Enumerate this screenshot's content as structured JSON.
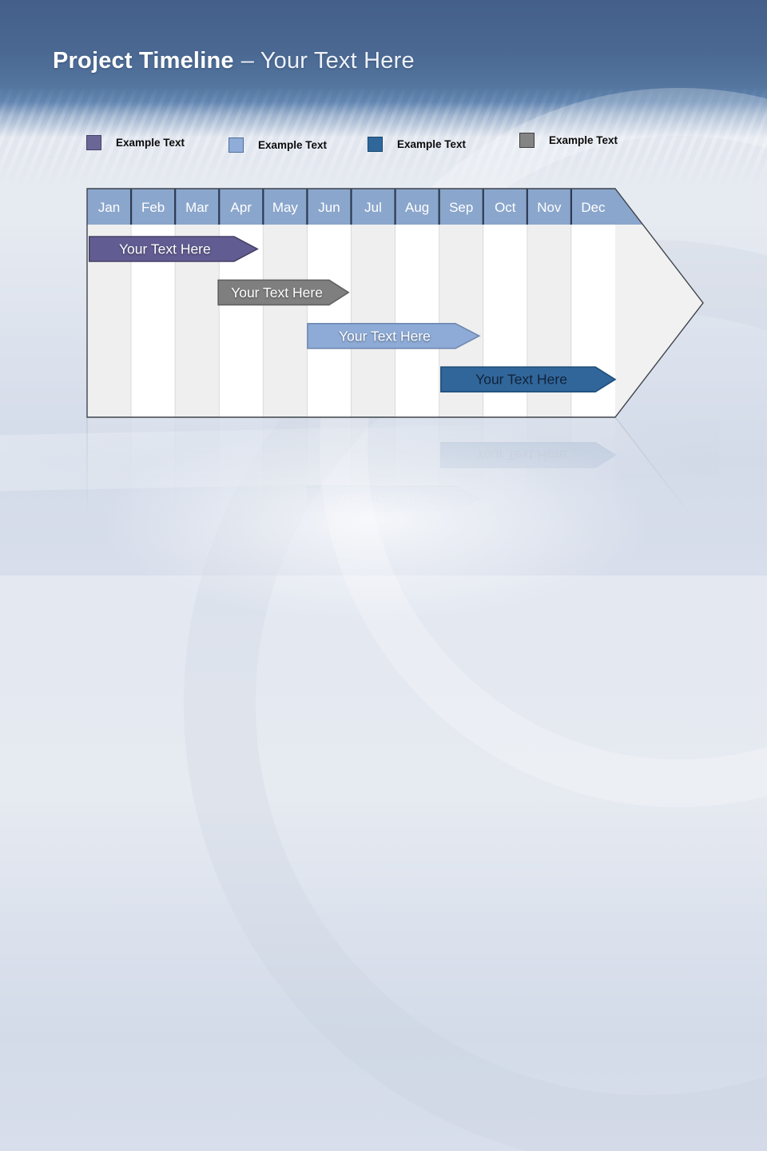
{
  "title": {
    "bold": "Project Timeline",
    "sub": "– Your Text Here"
  },
  "legend": {
    "items": [
      {
        "label": "Example Text",
        "color": "#6a6797",
        "border": "#45426b"
      },
      {
        "label": "Example Text",
        "color": "#8fadd8",
        "border": "#4f6d99"
      },
      {
        "label": "Example Text",
        "color": "#30679b",
        "border": "#16476f"
      },
      {
        "label": "Example Text",
        "color": "#848484",
        "border": "#3f3f3f"
      }
    ]
  },
  "chart_data": {
    "type": "timeline",
    "title": "Project Timeline – Your Text Here",
    "months": [
      "Jan",
      "Feb",
      "Mar",
      "Apr",
      "May",
      "Jun",
      "Jul",
      "Aug",
      "Sep",
      "Oct",
      "Nov",
      "Dec"
    ],
    "header_color": "#8aa6cc",
    "header_divider_color": "#2d3a52",
    "header_text_color": "#ffffff",
    "stripe_color": "#efefef",
    "body_color": "#ffffff",
    "arrow_fill": "#f1f1f1",
    "outline_color": "#3f444c",
    "bars": [
      {
        "label": "Your Text Here",
        "color": "#615c91",
        "border": "#454166",
        "text_color": "#ffffff",
        "row": 0,
        "start": 0.05,
        "body_end": 3.34,
        "end": 3.87
      },
      {
        "label": "Your Text Here",
        "color": "#7f7f7f",
        "border": "#616161",
        "text_color": "#ffffff",
        "row": 1,
        "start": 2.98,
        "body_end": 5.5,
        "end": 5.94
      },
      {
        "label": "Your Text Here",
        "color": "#8dabd6",
        "border": "#6e88b0",
        "text_color": "#ffffff",
        "row": 2,
        "start": 5.01,
        "body_end": 8.37,
        "end": 8.91
      },
      {
        "label": "Your Text Here",
        "color": "#31669a",
        "border": "#1e4e79",
        "text_color": "#10233a",
        "row": 3,
        "start": 8.04,
        "body_end": 11.55,
        "end": 12.0
      }
    ]
  }
}
